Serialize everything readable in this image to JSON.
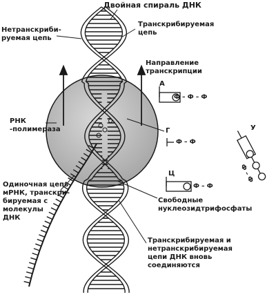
{
  "labels": {
    "title": "Двойная спираль ДНК",
    "nontemplate": [
      "Нетранскриби-",
      "руемая цепь"
    ],
    "template": [
      "Транскрибируемая",
      "цепь"
    ],
    "direction": [
      "Направление",
      "транскрипции"
    ],
    "polymerase": [
      "РНК",
      "-полимераза"
    ],
    "mrna": [
      "Одиночная цепь",
      "мРНК, транскри-",
      "бируемая с",
      "молекулы",
      "ДНК"
    ],
    "free_nucleotides": [
      "Свободные",
      "нуклеозидтрифосфаты"
    ],
    "rejoin": [
      "Транскрибируемая и",
      "нетранскрибируемая",
      "цепи ДНК вновь",
      "соединяются"
    ]
  },
  "nucleotides": [
    {
      "base": "А",
      "phosphate_chain": "Ф – Ф – Ф"
    },
    {
      "base": "Г",
      "phosphate_chain": "Ф – Ф"
    },
    {
      "base": "Ц",
      "phosphate_chain": "Ф – Ф"
    },
    {
      "base": "У",
      "phosphate_chain": "Ф – Ф"
    }
  ],
  "colors": {
    "ink": "#1a1a1a",
    "polymerase_fill": "#bdbdbd"
  }
}
